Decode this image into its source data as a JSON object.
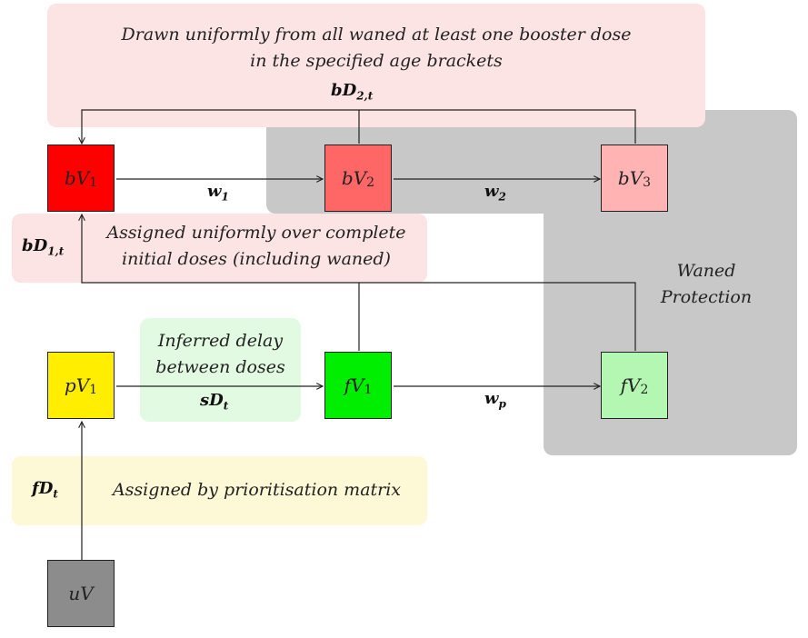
{
  "regions": {
    "booster_draw": {
      "text_line1": "Drawn uniformly from all waned at least one booster dose",
      "text_line2": "in the specified age brackets",
      "color": "#fde4e4"
    },
    "waned": {
      "text_line1": "Waned",
      "text_line2": "Protection",
      "color": "#c8c8c8"
    },
    "initial_assign": {
      "text_line1": "Assigned uniformly over complete",
      "text_line2": "initial doses (including waned)",
      "color": "#fde4e4"
    },
    "delay": {
      "text_line1": "Inferred delay",
      "text_line2": "between doses",
      "color": "#e2f9e2"
    },
    "priority": {
      "text": "Assigned by prioritisation matrix",
      "color": "#fdf8d6"
    }
  },
  "nodes": {
    "bV1": {
      "base": "bV",
      "sub": "1",
      "color": "#ff0000"
    },
    "bV2": {
      "base": "bV",
      "sub": "2",
      "color": "#ff6666"
    },
    "bV3": {
      "base": "bV",
      "sub": "3",
      "color": "#ffb3b3"
    },
    "pV1": {
      "base": "pV",
      "sub": "1",
      "color": "#ffee00"
    },
    "fV1": {
      "base": "fV",
      "sub": "1",
      "color": "#00ee00"
    },
    "fV2": {
      "base": "fV",
      "sub": "2",
      "color": "#b3f7b3"
    },
    "uV": {
      "base": "uV",
      "sub": "",
      "color": "#8c8c8c"
    }
  },
  "edge_labels": {
    "w1": {
      "base": "w",
      "sub": "1"
    },
    "w2": {
      "base": "w",
      "sub": "2"
    },
    "wp": {
      "base": "w",
      "sub": "p"
    },
    "sDt": {
      "base": "sD",
      "sub": "t"
    },
    "fDt": {
      "base": "fD",
      "sub": "t"
    },
    "bD1t": {
      "base": "bD",
      "sub": "1,t"
    },
    "bD2t": {
      "base": "bD",
      "sub": "2,t"
    }
  }
}
